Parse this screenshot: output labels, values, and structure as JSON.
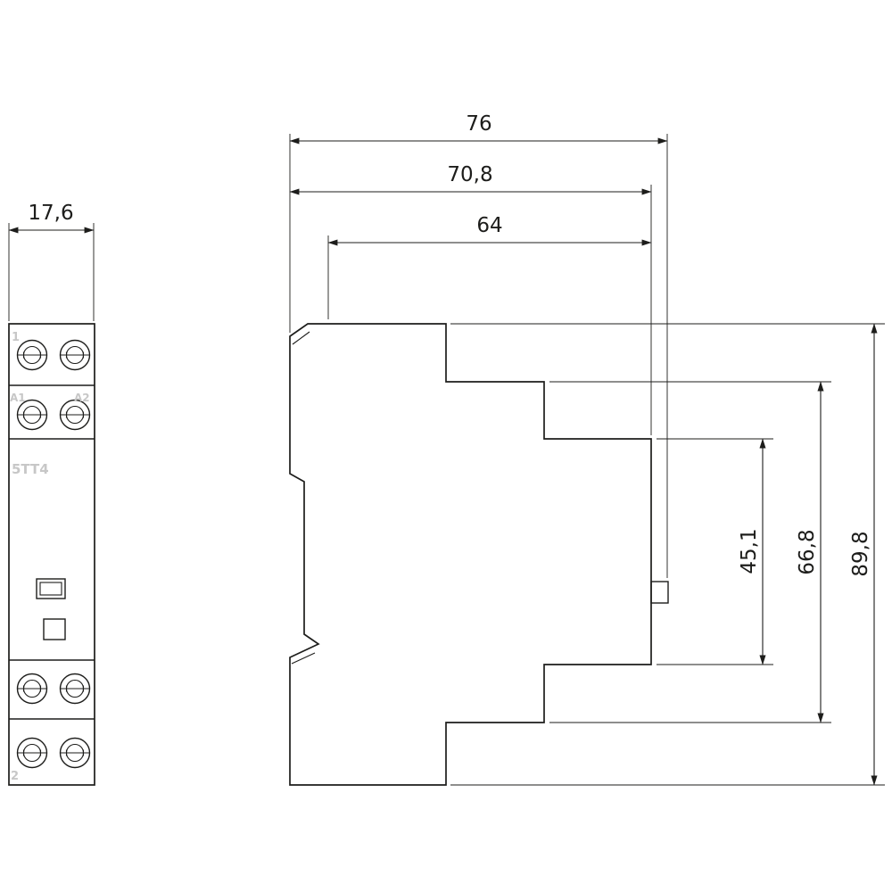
{
  "colors": {
    "line": "#1d1d1b",
    "panel_label": "#c7c7c7",
    "background": "#ffffff"
  },
  "front_view": {
    "width_dimension": "17,6",
    "labels": {
      "top_terminal": "1",
      "coil_left": "A1",
      "coil_right": "A2",
      "model": "5TT4",
      "bottom_terminal": "2"
    }
  },
  "side_view": {
    "horizontal_dimensions": {
      "total_depth": "76",
      "housing_depth": "70,8",
      "front_depth": "64"
    },
    "vertical_dimensions": {
      "inner_height": "45,1",
      "mid_height": "66,8",
      "total_height": "89,8"
    }
  }
}
